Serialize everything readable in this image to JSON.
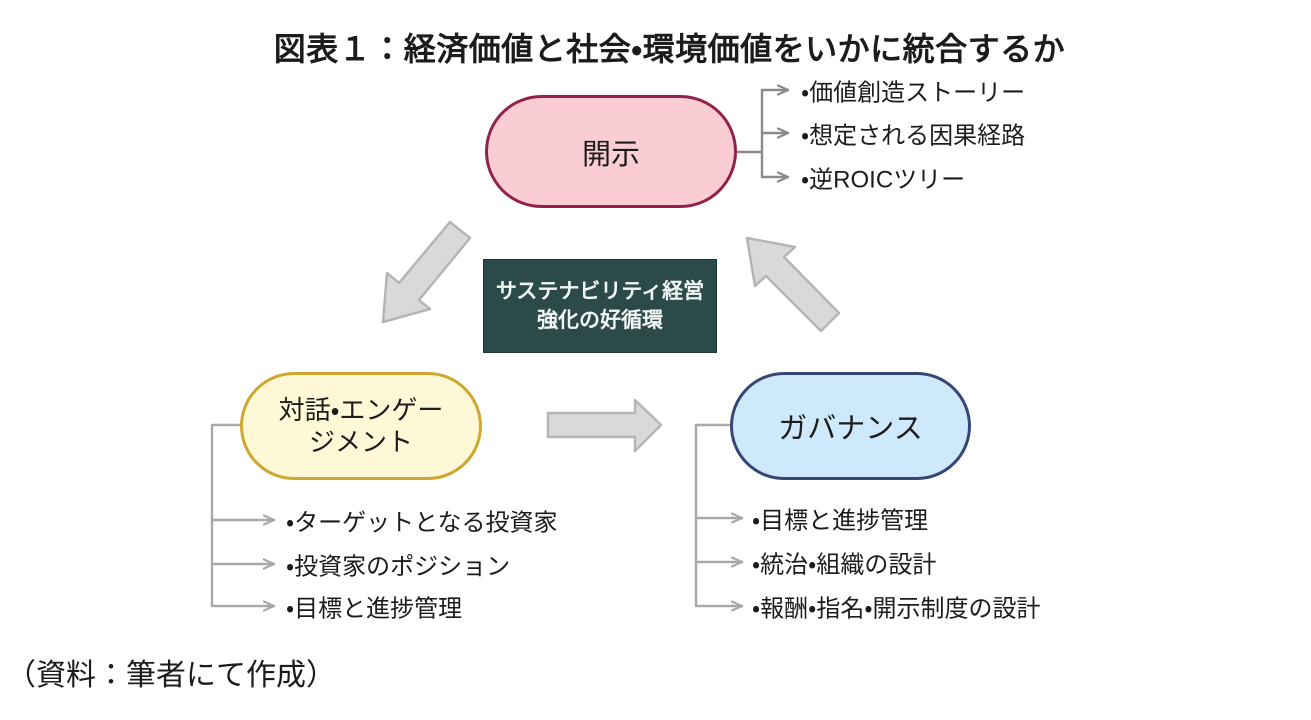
{
  "figure": {
    "title": "図表１：経済価値と社会・環境価値をいかに統合するか",
    "source_note": "（資料：筆者にて作成）"
  },
  "nodes": {
    "disclosure": {
      "label": "開示"
    },
    "engagement": {
      "line1": "対話・エンゲー",
      "line2": "ジメント"
    },
    "governance": {
      "label": "ガバナンス"
    },
    "center": {
      "line1": "サステナビリティ経営",
      "line2": "強化の好循環"
    }
  },
  "items": {
    "disclosure": [
      "・価値創造ストーリー",
      "・想定される因果経路",
      "・逆ROICツリー"
    ],
    "engagement": [
      "・ターゲットとなる投資家",
      "・投資家のポジション",
      "・目標と進捗管理"
    ],
    "governance": [
      "・目標と進捗管理",
      "・統治・組織の設計",
      "・報酬・指名・開示制度の設計"
    ]
  },
  "colors": {
    "disclosure-fill": "#FACDD5",
    "disclosure-border": "#93224B",
    "engagement-fill": "#FEF8D6",
    "engagement-border": "#CFA62F",
    "governance-fill": "#CDE9FB",
    "governance-border": "#384675",
    "center-fill": "#2B4A49",
    "center-border": "#1E3836",
    "center-text": "#F2F7F6",
    "cycle-arrow-fill": "#D9D9D9",
    "cycle-arrow-border": "#B5B5B5",
    "connector-dark": "#8A8A8A",
    "connector-light": "#A9A9A9",
    "text-color": "#1C1C1C"
  }
}
